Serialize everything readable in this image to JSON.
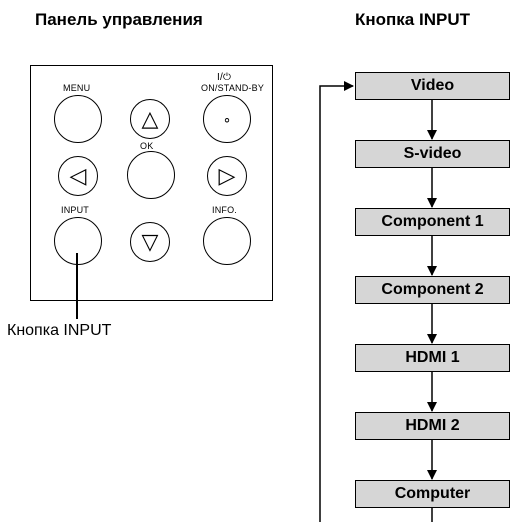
{
  "headings": {
    "control_panel": "Панель управления",
    "input_button": "Кнопка INPUT"
  },
  "panel": {
    "labels": {
      "menu": "MENU",
      "power_symbol": "I/⏻",
      "on_standby": "ON/STAND-BY",
      "ok": "OK",
      "input": "INPUT",
      "info": "INFO."
    },
    "glyphs": {
      "up": "△",
      "down": "▽",
      "left": "◁",
      "right": "▷",
      "power_dot": "∘"
    }
  },
  "callout_label": "Кнопка INPUT",
  "flow": {
    "items": [
      "Video",
      "S-video",
      "Component 1",
      "Component 2",
      "HDMI 1",
      "HDMI 2",
      "Computer"
    ],
    "box_color": "#d6d6d6"
  }
}
